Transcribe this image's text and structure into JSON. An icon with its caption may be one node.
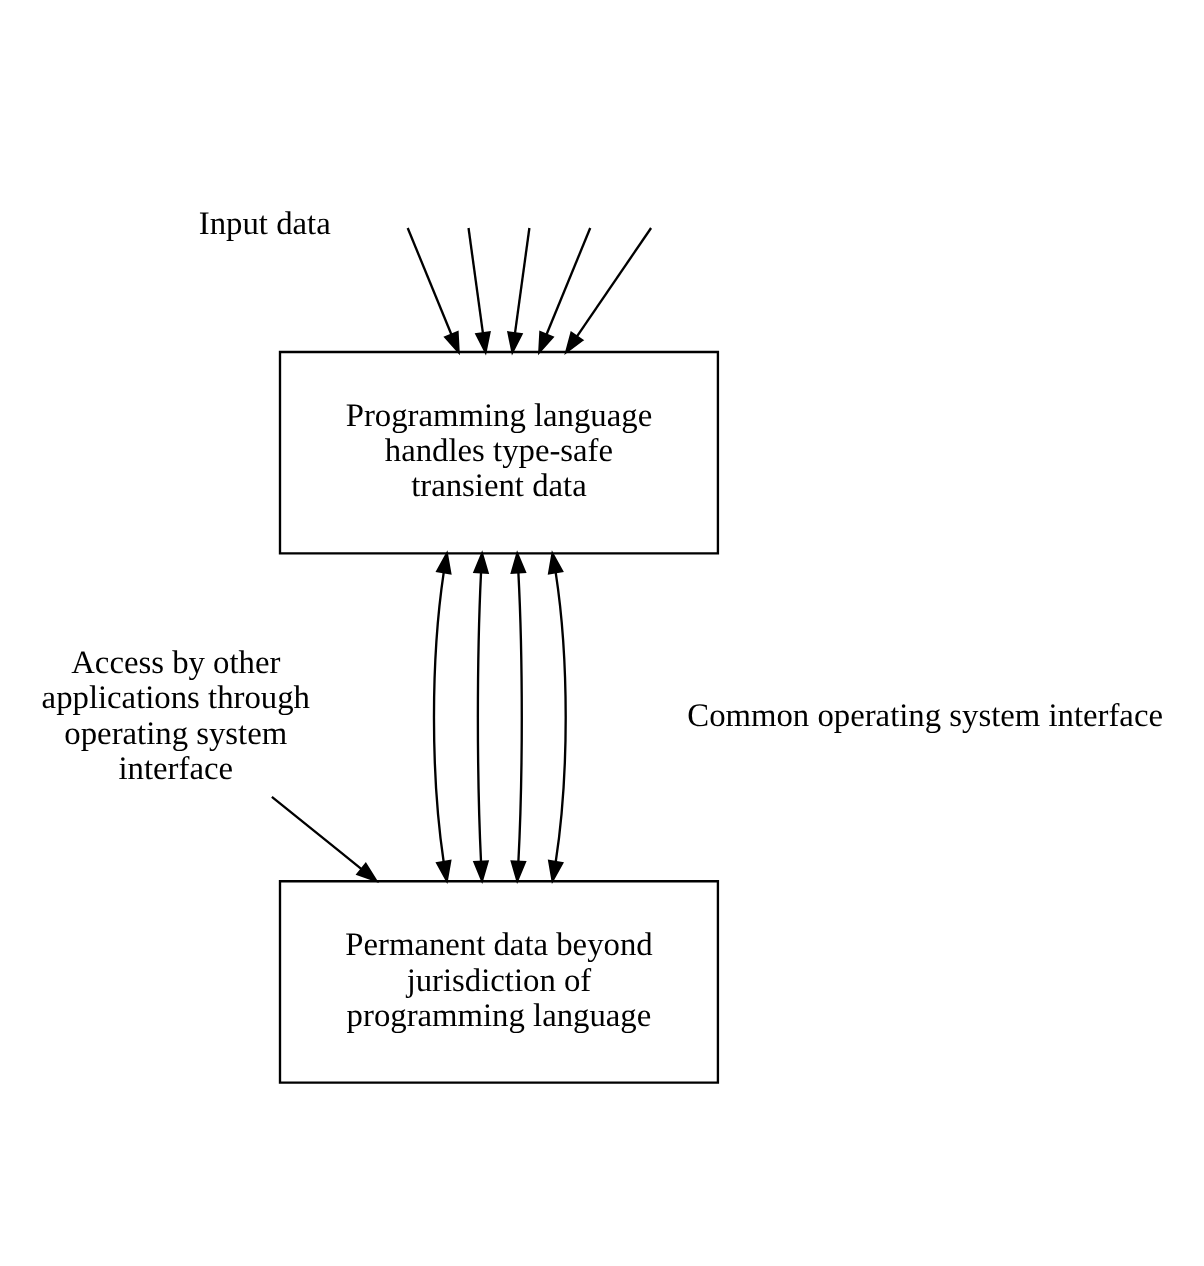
{
  "diagram": {
    "nodes": [
      {
        "text": [
          "Programming language handles type-safe transient data"
        ]
      },
      {
        "text": [
          "Permanent data beyond jurisdiction of programming language"
        ]
      },
      {
        "text": [
          "Access by other applications through operating system interface"
        ]
      }
    ],
    "edges": [
      {
        "from": null,
        "to": 0,
        "arrow": "to"
      },
      {
        "from": null,
        "to": 0,
        "arrow": "to"
      },
      {
        "from": null,
        "to": 0,
        "arrow": "to"
      },
      {
        "from": null,
        "to": 0,
        "arrow": "to"
      },
      {
        "from": null,
        "to": 0,
        "arrow": "to"
      },
      {
        "from": 0,
        "to": 1,
        "arrow": "both"
      },
      {
        "from": 0,
        "to": 1,
        "arrow": "both"
      },
      {
        "from": 0,
        "to": 1,
        "arrow": "both"
      },
      {
        "from": 0,
        "to": 1,
        "arrow": "both"
      },
      {
        "from": 2,
        "to": 1,
        "arrow": "to"
      }
    ],
    "labels": [
      "Input data",
      "Common operating system interface"
    ]
  }
}
